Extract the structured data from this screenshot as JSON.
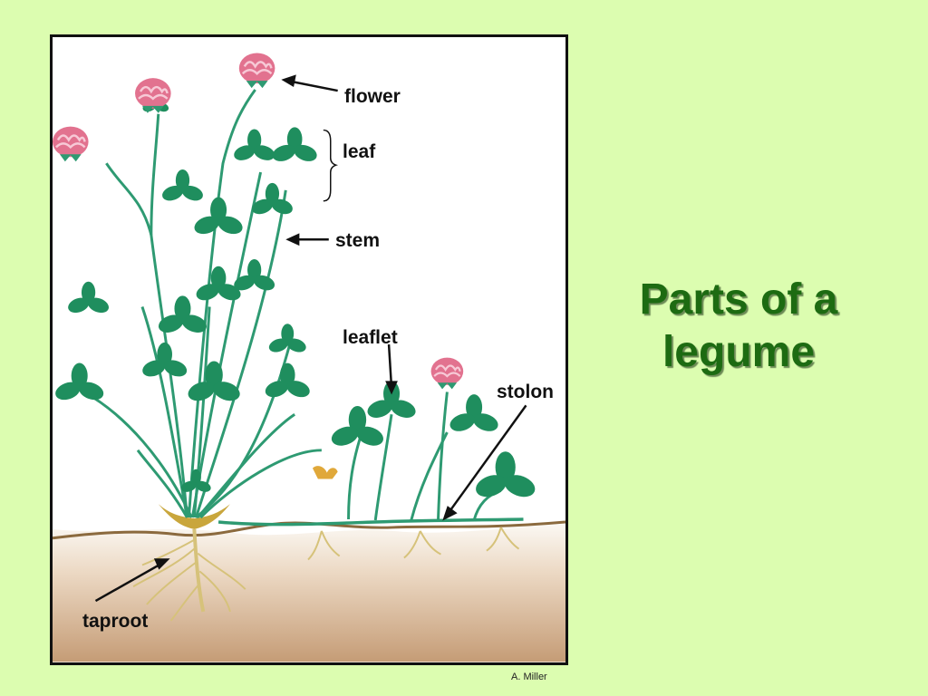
{
  "slide": {
    "title_line1": "Parts of a",
    "title_line2": "legume",
    "credit": "A. Miller"
  },
  "labels": {
    "flower": "flower",
    "leaf": "leaf",
    "stem": "stem",
    "leaflet": "leaflet",
    "stolon": "stolon",
    "taproot": "taproot"
  },
  "colors": {
    "background": "#dcfdb0",
    "title": "#1d6b12",
    "stem_green": "#2e9a72",
    "leaf_green": "#1f8e5e",
    "flower_pink": "#e2728f",
    "soil": "#d7bca0",
    "soil_line": "#8b6a3e",
    "root": "#d6c27a"
  }
}
